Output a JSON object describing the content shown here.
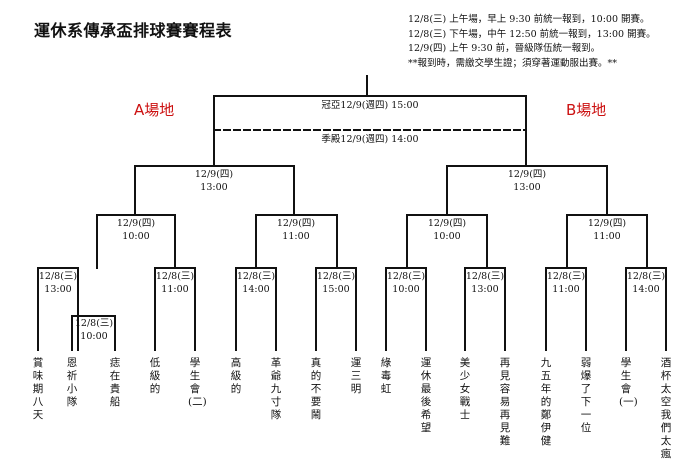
{
  "title": "運休系傳承盃排球賽賽程表",
  "notes": [
    "12/8(三) 上午場，早上 9:30 前統一報到，10:00 開賽。",
    "12/8(三) 下午場，中午 12:50 前統一報到，13:00 開賽。",
    "12/9(四) 上午 9:30 前，晉級隊伍統一報到。",
    "**報到時，需繳交學生證；須穿著運動服出賽。**"
  ],
  "venues": {
    "a": "A場地",
    "b": "B場地"
  },
  "final": {
    "label": "冠亞12/9(週四) 15:00"
  },
  "third_place": {
    "label": "季殿12/9(週四) 14:00"
  },
  "semis": {
    "a": {
      "date": "12/9(四)",
      "time": "13:00"
    },
    "b": {
      "date": "12/9(四)",
      "time": "13:00"
    }
  },
  "quarters": [
    {
      "date": "12/9(四)",
      "time": "10:00"
    },
    {
      "date": "12/9(四)",
      "time": "11:00"
    },
    {
      "date": "12/9(四)",
      "time": "10:00"
    },
    {
      "date": "12/9(四)",
      "time": "11:00"
    }
  ],
  "first_round": [
    {
      "date": "12/8(三)",
      "time": "13:00"
    },
    {
      "date": "12/8(三)",
      "time": "11:00"
    },
    {
      "date": "12/8(三)",
      "time": "14:00"
    },
    {
      "date": "12/8(三)",
      "time": "15:00"
    },
    {
      "date": "12/8(三)",
      "time": "10:00"
    },
    {
      "date": "12/8(三)",
      "time": "13:00"
    },
    {
      "date": "12/8(三)",
      "time": "11:00"
    },
    {
      "date": "12/8(三)",
      "time": "14:00"
    }
  ],
  "prelim": {
    "date": "12/8(三)",
    "time": "10:00"
  },
  "teams": [
    "賞味期八天",
    "恩祈小隊",
    "痣在貴船",
    "低級的",
    "學生會(二)",
    "高級的",
    "革爺九寸隊",
    "真的不要鬧",
    "運三明",
    "綠毒虹",
    "運休最後希望",
    "美少女戰士",
    "再見容易再見難",
    "九五年的鄭伊健",
    "弱爆了下一位",
    "學生會(一)",
    "酒杯太空我們太瘋"
  ]
}
